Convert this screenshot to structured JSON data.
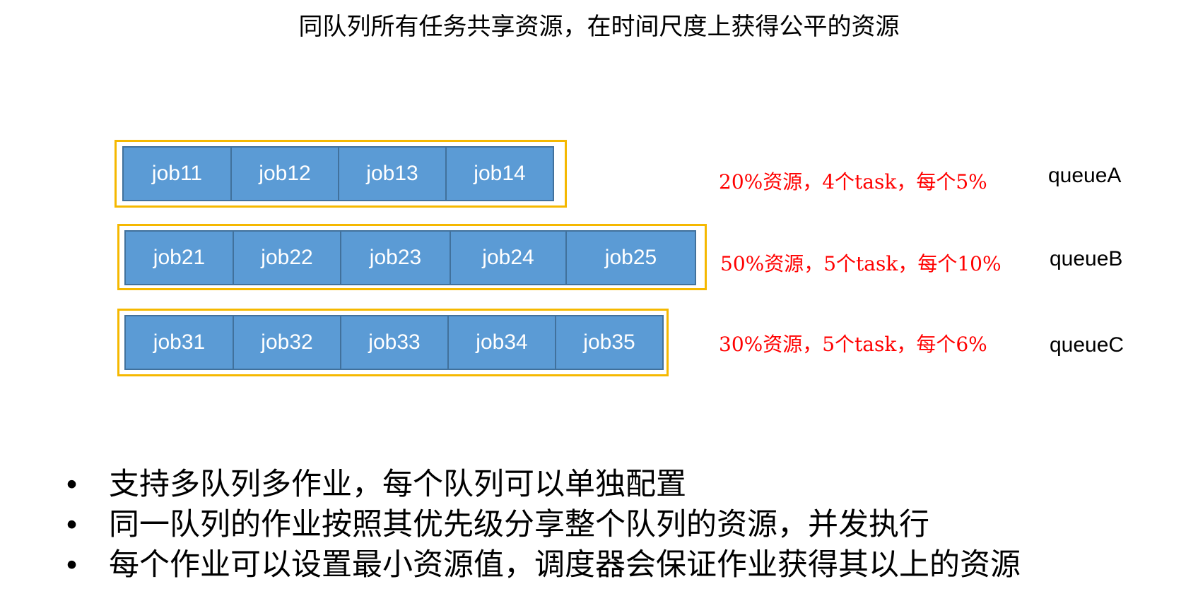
{
  "title": "同队列所有任务共享资源，在时间尺度上获得公平的资源",
  "colors": {
    "job_fill": "#5b9bd5",
    "job_border": "#41719c",
    "queue_border": "#f5b800",
    "allocation_text": "#ff0000"
  },
  "queues": [
    {
      "name": "queueA",
      "allocation": "20%资源，4个task，每个5%",
      "jobs": [
        "job11",
        "job12",
        "job13",
        "job14"
      ]
    },
    {
      "name": "queueB",
      "allocation": "50%资源，5个task，每个10%",
      "jobs": [
        "job21",
        "job22",
        "job23",
        "job24",
        "job25"
      ]
    },
    {
      "name": "queueC",
      "allocation": "30%资源，5个task，每个6%",
      "jobs": [
        "job31",
        "job32",
        "job33",
        "job34",
        "job35"
      ]
    }
  ],
  "bullet_symbol": "•",
  "bullets": [
    "支持多队列多作业，每个队列可以单独配置",
    "同一队列的作业按照其优先级分享整个队列的资源，并发执行",
    "每个作业可以设置最小资源值，调度器会保证作业获得其以上的资源"
  ]
}
